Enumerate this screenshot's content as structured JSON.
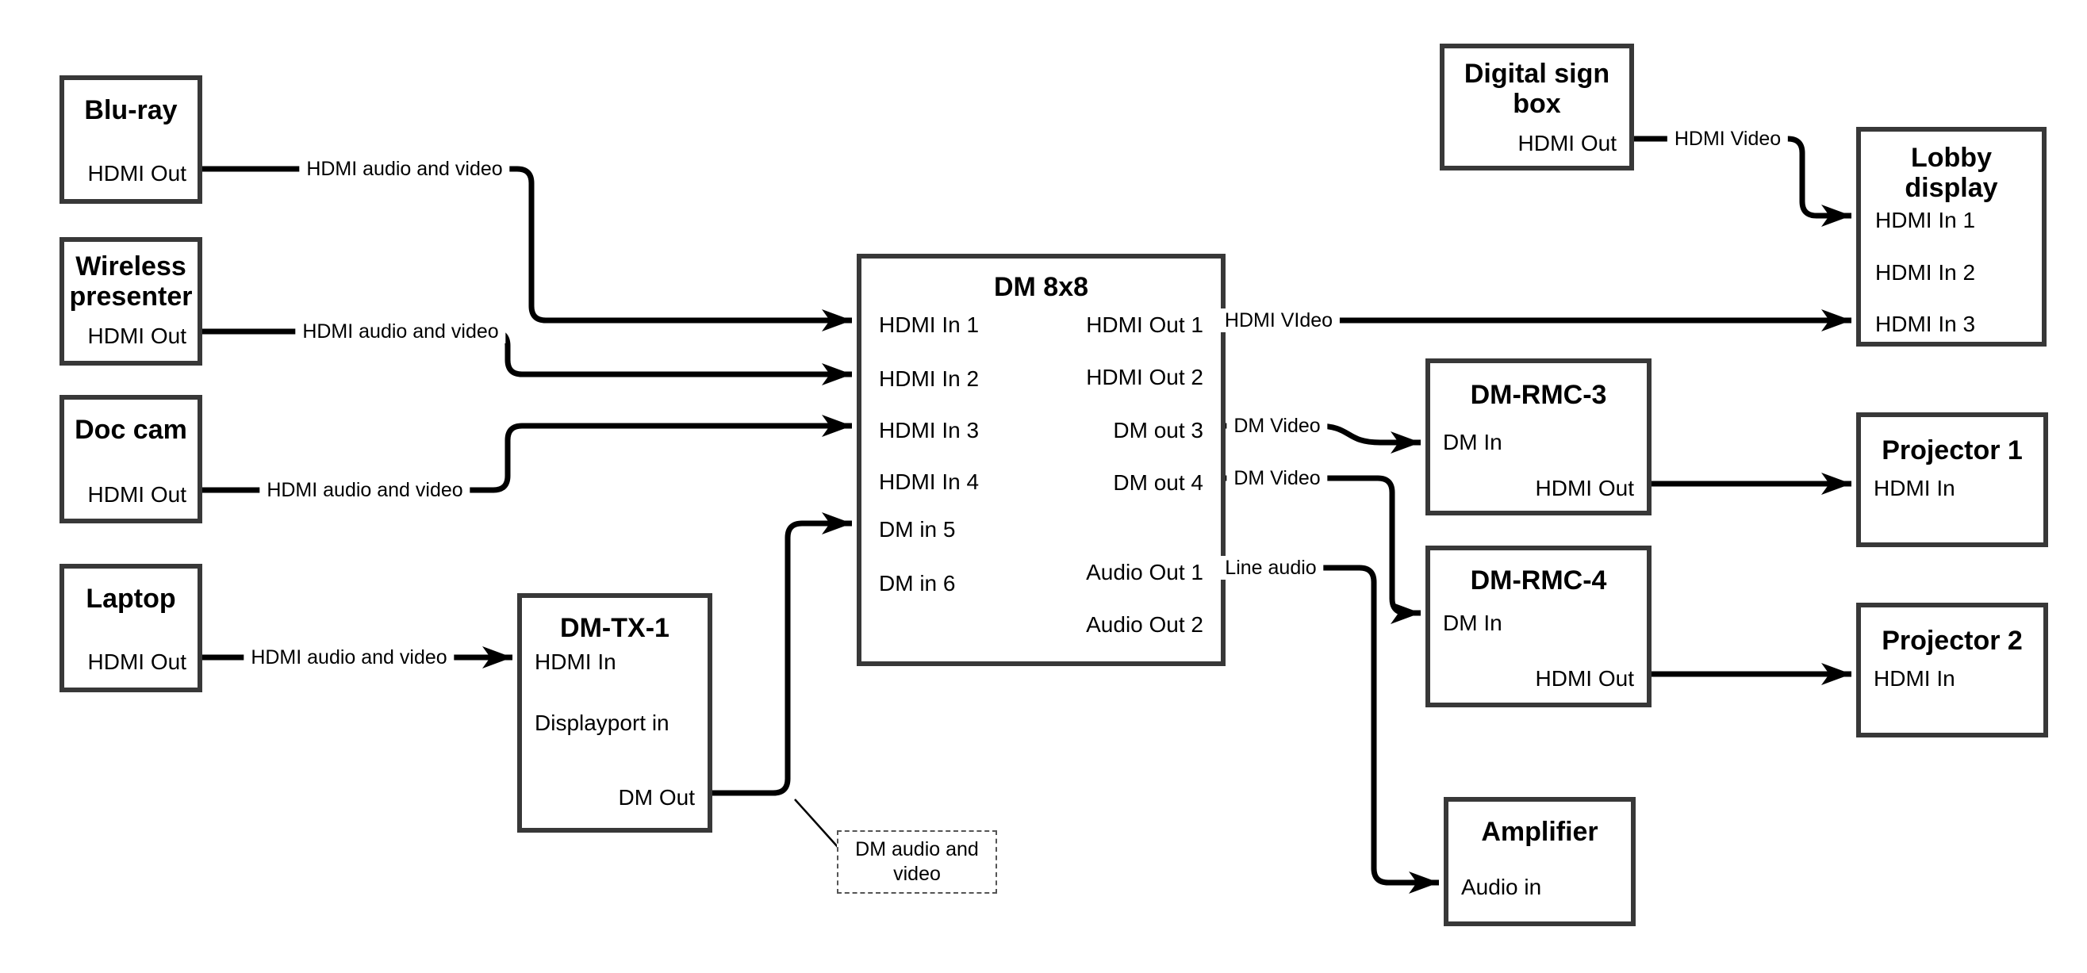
{
  "diagram": {
    "nodes": {
      "bluray": {
        "title": "Blu-ray",
        "ports": {
          "hdmi_out": "HDMI Out"
        }
      },
      "wireless": {
        "title": "Wireless\npresenter",
        "ports": {
          "hdmi_out": "HDMI Out"
        }
      },
      "doccam": {
        "title": "Doc cam",
        "ports": {
          "hdmi_out": "HDMI Out"
        }
      },
      "laptop": {
        "title": "Laptop",
        "ports": {
          "hdmi_out": "HDMI Out"
        }
      },
      "dmtx1": {
        "title": "DM-TX-1",
        "ports": {
          "hdmi_in": "HDMI In",
          "displayport_in": "Displayport in",
          "dm_out": "DM Out"
        }
      },
      "dm8x8": {
        "title": "DM 8x8",
        "ports": {
          "hdmi_in_1": "HDMI In 1",
          "hdmi_in_2": "HDMI In 2",
          "hdmi_in_3": "HDMI In 3",
          "hdmi_in_4": "HDMI In 4",
          "dm_in_5": "DM in 5",
          "dm_in_6": "DM in 6",
          "hdmi_out_1": "HDMI Out 1",
          "hdmi_out_2": "HDMI Out 2",
          "dm_out_3": "DM out 3",
          "dm_out_4": "DM out 4",
          "audio_out_1": "Audio Out 1",
          "audio_out_2": "Audio Out 2"
        }
      },
      "digital_sign": {
        "title": "Digital sign\nbox",
        "ports": {
          "hdmi_out": "HDMI Out"
        }
      },
      "lobby": {
        "title": "Lobby\ndisplay",
        "ports": {
          "hdmi_in_1": "HDMI In 1",
          "hdmi_in_2": "HDMI In 2",
          "hdmi_in_3": "HDMI In 3"
        }
      },
      "rmc3": {
        "title": "DM-RMC-3",
        "ports": {
          "dm_in": "DM In",
          "hdmi_out": "HDMI Out"
        }
      },
      "rmc4": {
        "title": "DM-RMC-4",
        "ports": {
          "dm_in": "DM In",
          "hdmi_out": "HDMI Out"
        }
      },
      "proj1": {
        "title": "Projector 1",
        "ports": {
          "hdmi_in": "HDMI In"
        }
      },
      "proj2": {
        "title": "Projector 2",
        "ports": {
          "hdmi_in": "HDMI In"
        }
      },
      "amp": {
        "title": "Amplifier",
        "ports": {
          "audio_in": "Audio in"
        }
      }
    },
    "wire_labels": {
      "bluray_dm8x8": "HDMI audio and video",
      "wireless_dm8x8": "HDMI audio and video",
      "doccam_dm8x8": "HDMI audio and video",
      "laptop_dmtx1": "HDMI audio and video",
      "hdmi_out1_lobby": "HDMI VIdeo",
      "dm_out3_rmc3": "DM Video",
      "dm_out4_rmc4": "DM Video",
      "audio_out1_amp": "Line audio",
      "digital_sign_lobby": "HDMI Video"
    },
    "callout": {
      "text": "DM audio and\nvideo"
    },
    "colors": {
      "wire": "#000000",
      "box_border": "#383838",
      "text": "#000000",
      "background": "#ffffff"
    }
  }
}
